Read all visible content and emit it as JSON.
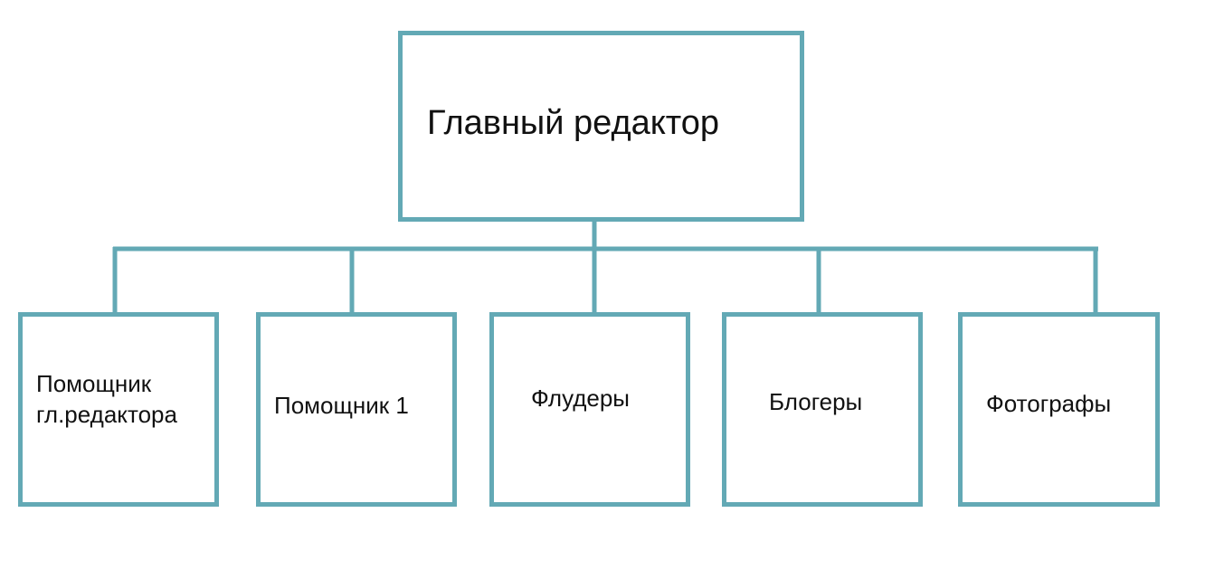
{
  "colors": {
    "line": "#63a9b5",
    "text": "#111111",
    "background": "#ffffff"
  },
  "root": {
    "label": "Главный редактор"
  },
  "children": [
    {
      "label_line1": "Помощник",
      "label_line2": "гл.редактора"
    },
    {
      "label_line1": "Помощник 1",
      "label_line2": ""
    },
    {
      "label_line1": "Флудеры",
      "label_line2": ""
    },
    {
      "label_line1": "Блогеры",
      "label_line2": ""
    },
    {
      "label_line1": "Фотографы",
      "label_line2": ""
    }
  ]
}
